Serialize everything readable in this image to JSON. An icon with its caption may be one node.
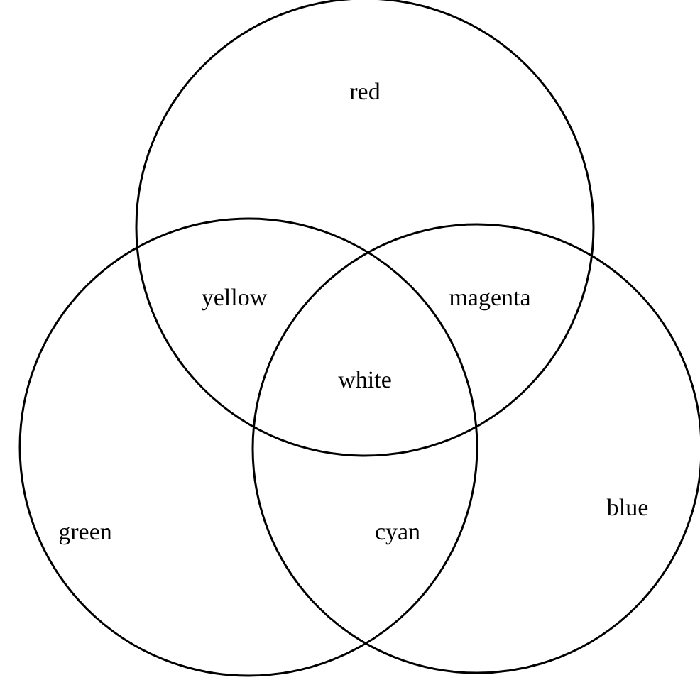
{
  "diagram": {
    "nodes": [
      {
        "text": [
          "red"
        ]
      },
      {
        "text": [
          "green"
        ]
      },
      {
        "text": [
          "blue"
        ]
      }
    ],
    "labels": [
      "yellow",
      "magenta",
      "white",
      "cyan"
    ]
  }
}
